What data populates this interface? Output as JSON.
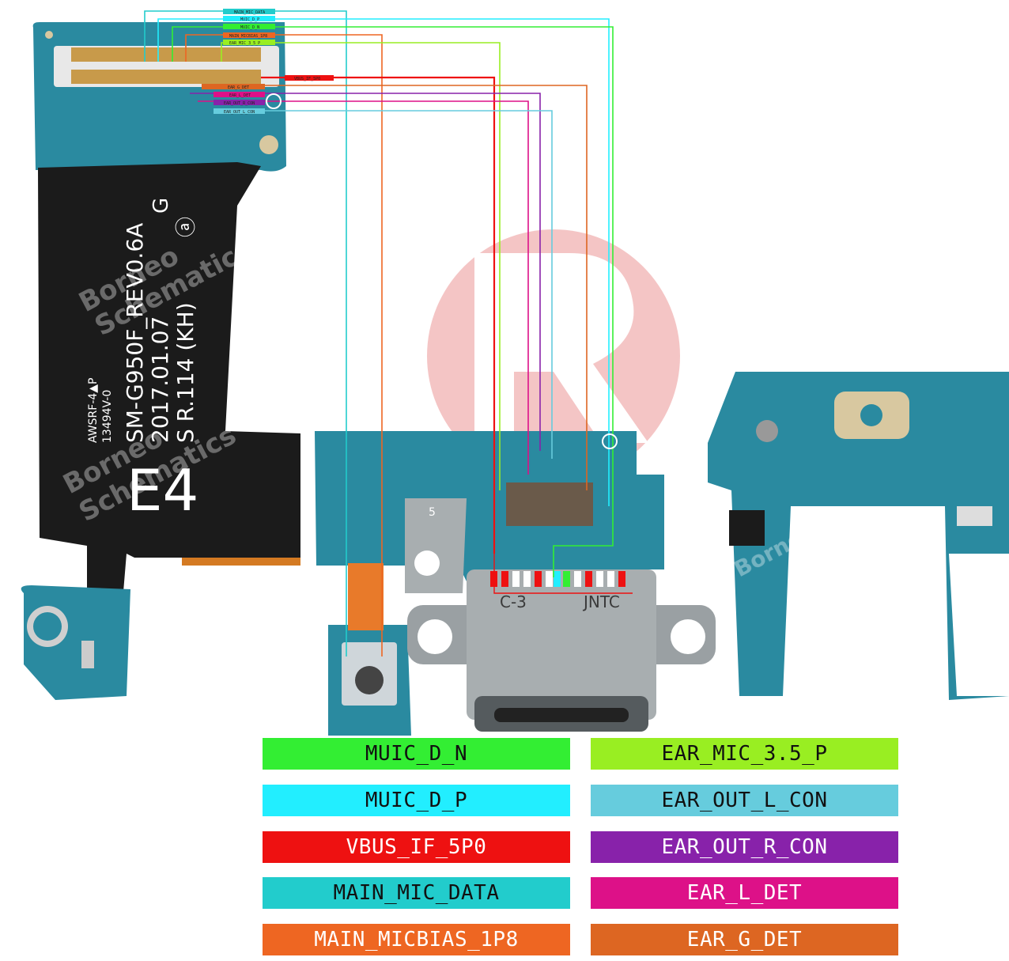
{
  "board_silkscreen": {
    "model_line": "SM-G950F_REV0.6A",
    "date_line": "2017.01.07",
    "rev_line": "S  R.114  (KH)",
    "g_mark": "G",
    "a_mark": "ⓐ",
    "code_line1": "AWSRF-4▲P",
    "code_line2": "13494V-0",
    "big_label": "E4",
    "connector_left": "C-3",
    "connector_right": "JNTC",
    "pad_label": "5"
  },
  "watermark": {
    "brand_lines": [
      "Borneo",
      "Schematics"
    ]
  },
  "small_tags": {
    "top": [
      "MAIN_MIC_DATA",
      "MUIC_D_P",
      "MUIC_D_N",
      "MAIN_MICBIAS_1P8",
      "EAR_MIC_3_5_P"
    ],
    "vbus": "VBUS_IF_5P0",
    "right": [
      "EAR_G_DET",
      "EAR_L_DET",
      "EAR_OUT_R_CON",
      "EAR_OUT_L_CON"
    ]
  },
  "colors": {
    "muic_d_n": "#33ee33",
    "muic_d_p": "#22eeff",
    "vbus": "#ee1111",
    "main_mic_data": "#22cccc",
    "micbias": "#ee6622",
    "ear_mic": "#99ee22",
    "ear_out_l": "#66ccdd",
    "ear_out_r": "#8822aa",
    "ear_l_det": "#dd1188",
    "ear_g_det": "#dd6622",
    "pcb": "#2a8aa0",
    "flex": "#1b1b1b"
  },
  "legend": [
    {
      "label": "MUIC_D_N",
      "color": "#33ee33",
      "text_color": "#111111"
    },
    {
      "label": "EAR_MIC_3.5_P",
      "color": "#99ee22",
      "text_color": "#111111"
    },
    {
      "label": "MUIC_D_P",
      "color": "#22eeff",
      "text_color": "#111111"
    },
    {
      "label": "EAR_OUT_L_CON",
      "color": "#66ccdd",
      "text_color": "#111111"
    },
    {
      "label": "VBUS_IF_5P0",
      "color": "#ee1111",
      "text_color": "#ffffff"
    },
    {
      "label": "EAR_OUT_R_CON",
      "color": "#8822aa",
      "text_color": "#ffffff"
    },
    {
      "label": "MAIN_MIC_DATA",
      "color": "#22cccc",
      "text_color": "#111111"
    },
    {
      "label": "EAR_L_DET",
      "color": "#dd1188",
      "text_color": "#ffffff"
    },
    {
      "label": "MAIN_MICBIAS_1P8",
      "color": "#ee6622",
      "text_color": "#ffffff"
    },
    {
      "label": "EAR_G_DET",
      "color": "#dd6622",
      "text_color": "#ffffff"
    }
  ]
}
